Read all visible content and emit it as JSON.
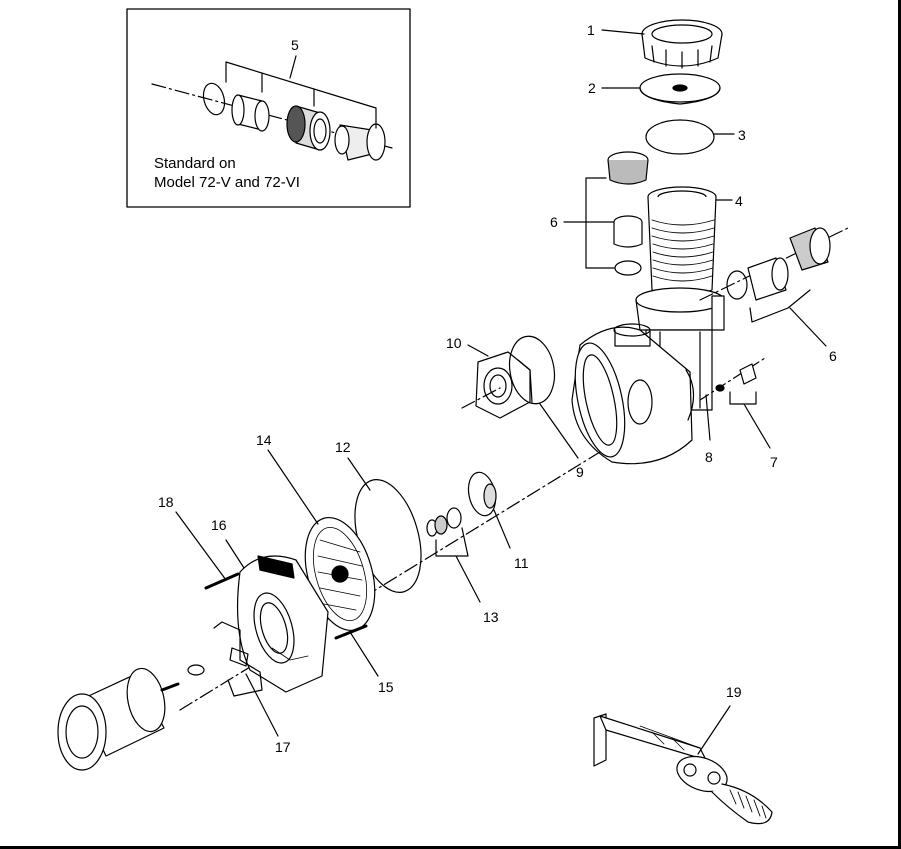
{
  "inset": {
    "caption_line1": "Standard on",
    "caption_line2": "Model 72-V and 72-VI"
  },
  "callouts": {
    "c1": "1",
    "c2": "2",
    "c3": "3",
    "c4": "4",
    "c5": "5",
    "c6a": "6",
    "c6b": "6",
    "c7": "7",
    "c8": "8",
    "c9": "9",
    "c10": "10",
    "c11": "11",
    "c12": "12",
    "c13": "13",
    "c14": "14",
    "c15": "15",
    "c16": "16",
    "c17": "17",
    "c18": "18",
    "c19": "19"
  }
}
